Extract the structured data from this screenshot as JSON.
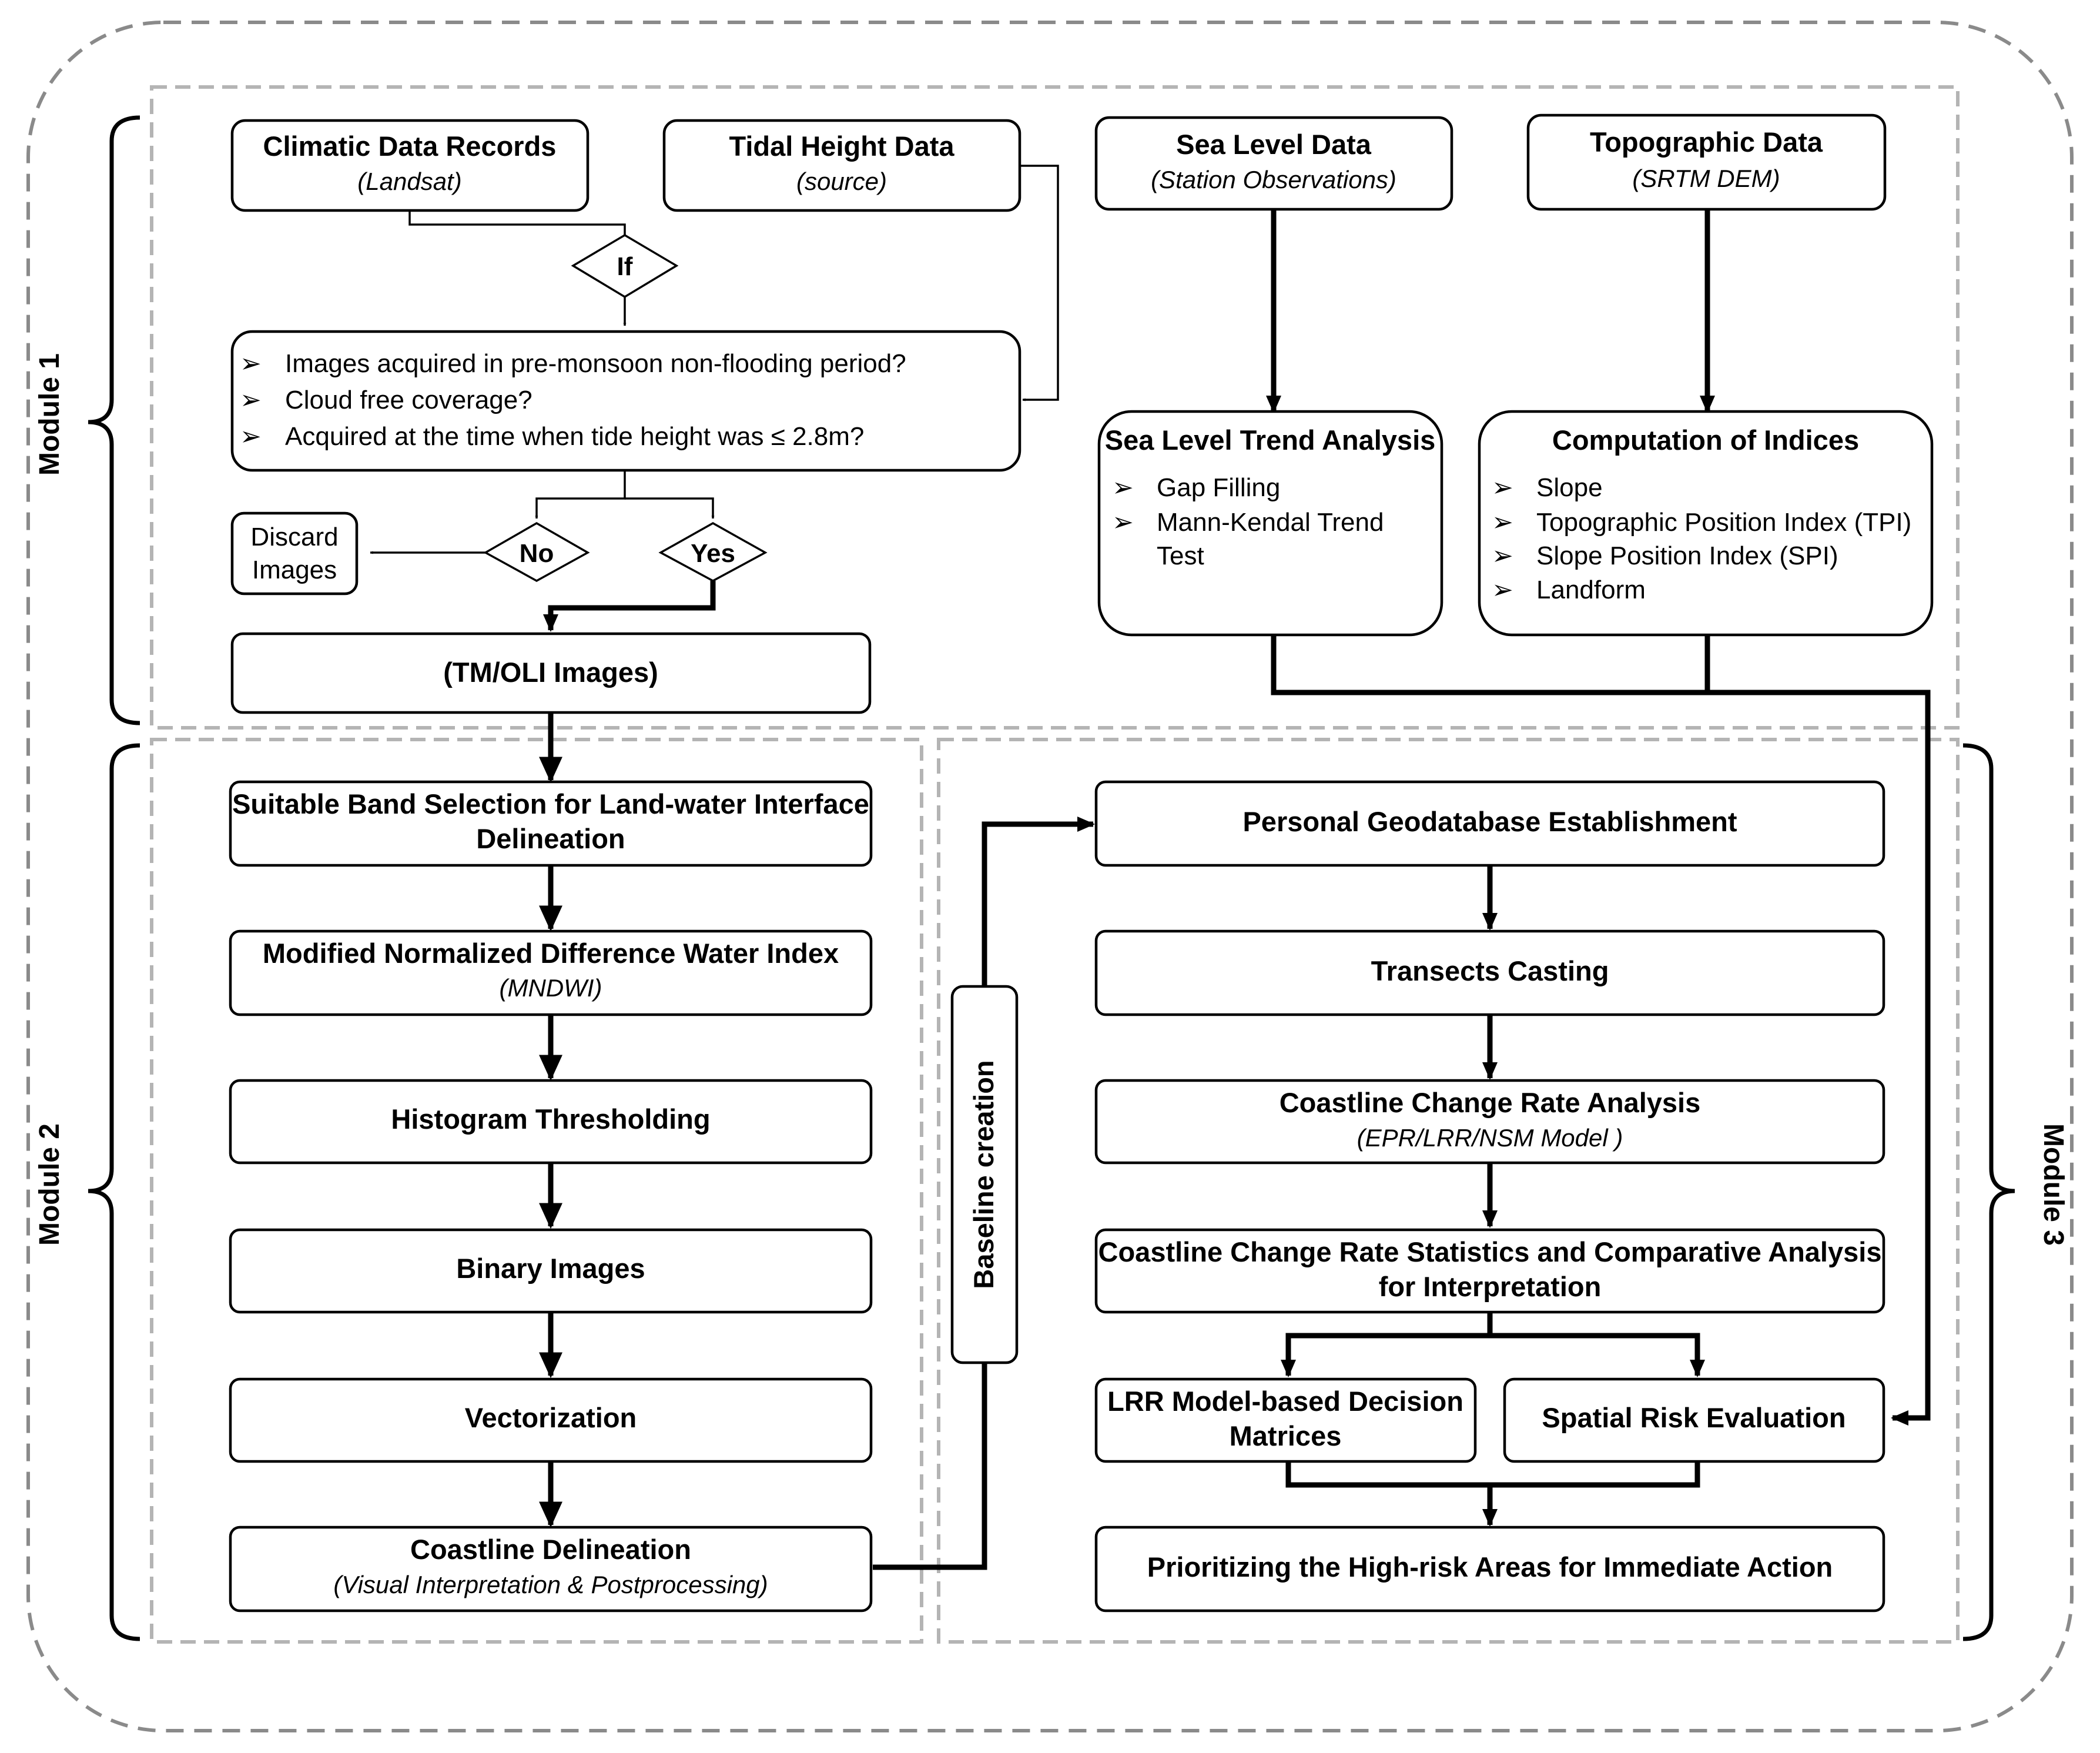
{
  "modules": {
    "m1": "Module 1",
    "m2": "Module 2",
    "m3": "Module 3"
  },
  "sources": {
    "climatic": {
      "title": "Climatic Data Records",
      "sub": "(Landsat)"
    },
    "tidal": {
      "title": "Tidal Height Data",
      "sub": "(source)"
    },
    "sea_level": {
      "title": "Sea Level Data",
      "sub": "(Station Observations)"
    },
    "topo": {
      "title": "Topographic Data",
      "sub": "(SRTM DEM)"
    }
  },
  "decision": {
    "if_label": "If",
    "criteria": [
      "Images acquired in pre-monsoon non-flooding period?",
      "Cloud free coverage?",
      "Acquired at the time when tide height was ≤ 2.8m?"
    ],
    "no_label": "No",
    "yes_label": "Yes",
    "discard": [
      "Discard",
      "Images"
    ],
    "bullet": "➢"
  },
  "images_box": "(TM/OLI Images)",
  "sea_trend": {
    "title": "Sea Level Trend Analysis",
    "items": [
      "Gap Filling",
      "Mann-Kendal Trend",
      "Test"
    ]
  },
  "indices": {
    "title": "Computation of Indices",
    "items": [
      "Slope",
      "Topographic Position Index (TPI)",
      "Slope Position Index (SPI)",
      "Landform"
    ]
  },
  "module2": {
    "band": [
      "Suitable Band Selection for Land-water Interface",
      "Delineation"
    ],
    "mndwi": {
      "title": "Modified Normalized Difference Water Index",
      "sub": "(MNDWI)"
    },
    "histogram": "Histogram Thresholding",
    "binary": "Binary Images",
    "vector": "Vectorization",
    "coastline": {
      "title": "Coastline Delineation",
      "sub": "(Visual Interpretation & Postprocessing)"
    }
  },
  "baseline": "Baseline creation",
  "module3": {
    "geodb": "Personal Geodatabase Establishment",
    "transects": "Transects Casting",
    "change_rate": {
      "title": "Coastline Change Rate Analysis",
      "sub": "(EPR/LRR/NSM Model )"
    },
    "stats": [
      "Coastline Change Rate Statistics and Comparative Analysis",
      "for Interpretation"
    ],
    "lrr": [
      "LRR Model-based Decision",
      "Matrices"
    ],
    "risk": "Spatial Risk Evaluation",
    "priority": "Prioritizing the High-risk Areas for Immediate Action"
  }
}
